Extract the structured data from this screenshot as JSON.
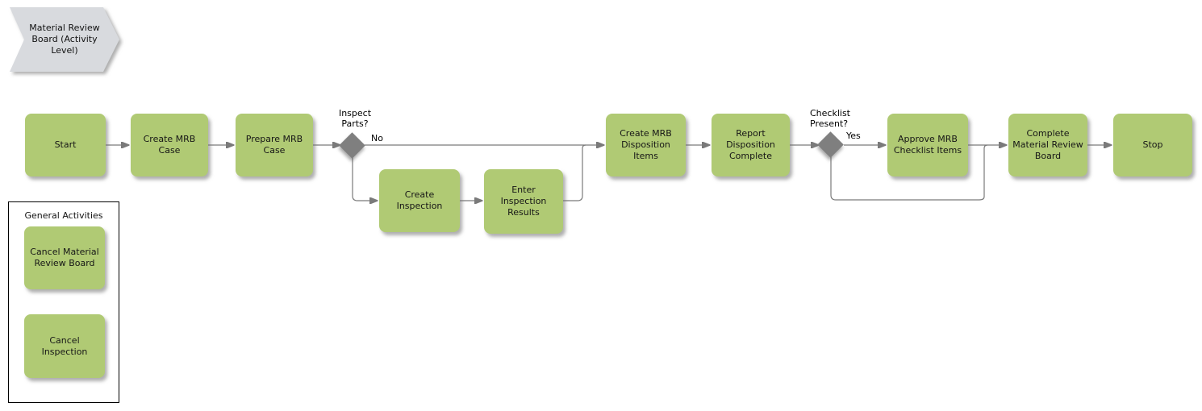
{
  "banner": {
    "label": "Material Review\nBoard (Activity\nLevel)"
  },
  "flow": {
    "start": "Start",
    "create_mrb_case": "Create MRB\nCase",
    "prepare_mrb_case": "Prepare MRB\nCase",
    "create_inspection": "Create\nInspection",
    "enter_inspection_results": "Enter\nInspection\nResults",
    "create_mrb_disposition_items": "Create MRB\nDisposition\nItems",
    "report_disposition_complete": "Report\nDisposition\nComplete",
    "approve_mrb_checklist_items": "Approve MRB\nChecklist Items",
    "complete_material_review_board": "Complete\nMaterial Review\nBoard",
    "stop": "Stop"
  },
  "decisions": {
    "inspect_parts": {
      "question": "Inspect\nParts?",
      "no_label": "No"
    },
    "checklist_present": {
      "question": "Checklist\nPresent?",
      "yes_label": "Yes"
    }
  },
  "general_activities": {
    "title": "General Activities",
    "cancel_material_review_board": "Cancel Material\nReview Board",
    "cancel_inspection": "Cancel\nInspection"
  },
  "colors": {
    "activity_fill": "#b0ca74",
    "decision_fill": "#7f7f7f",
    "banner_fill": "#d8dade",
    "connector": "#7a7a7a"
  }
}
